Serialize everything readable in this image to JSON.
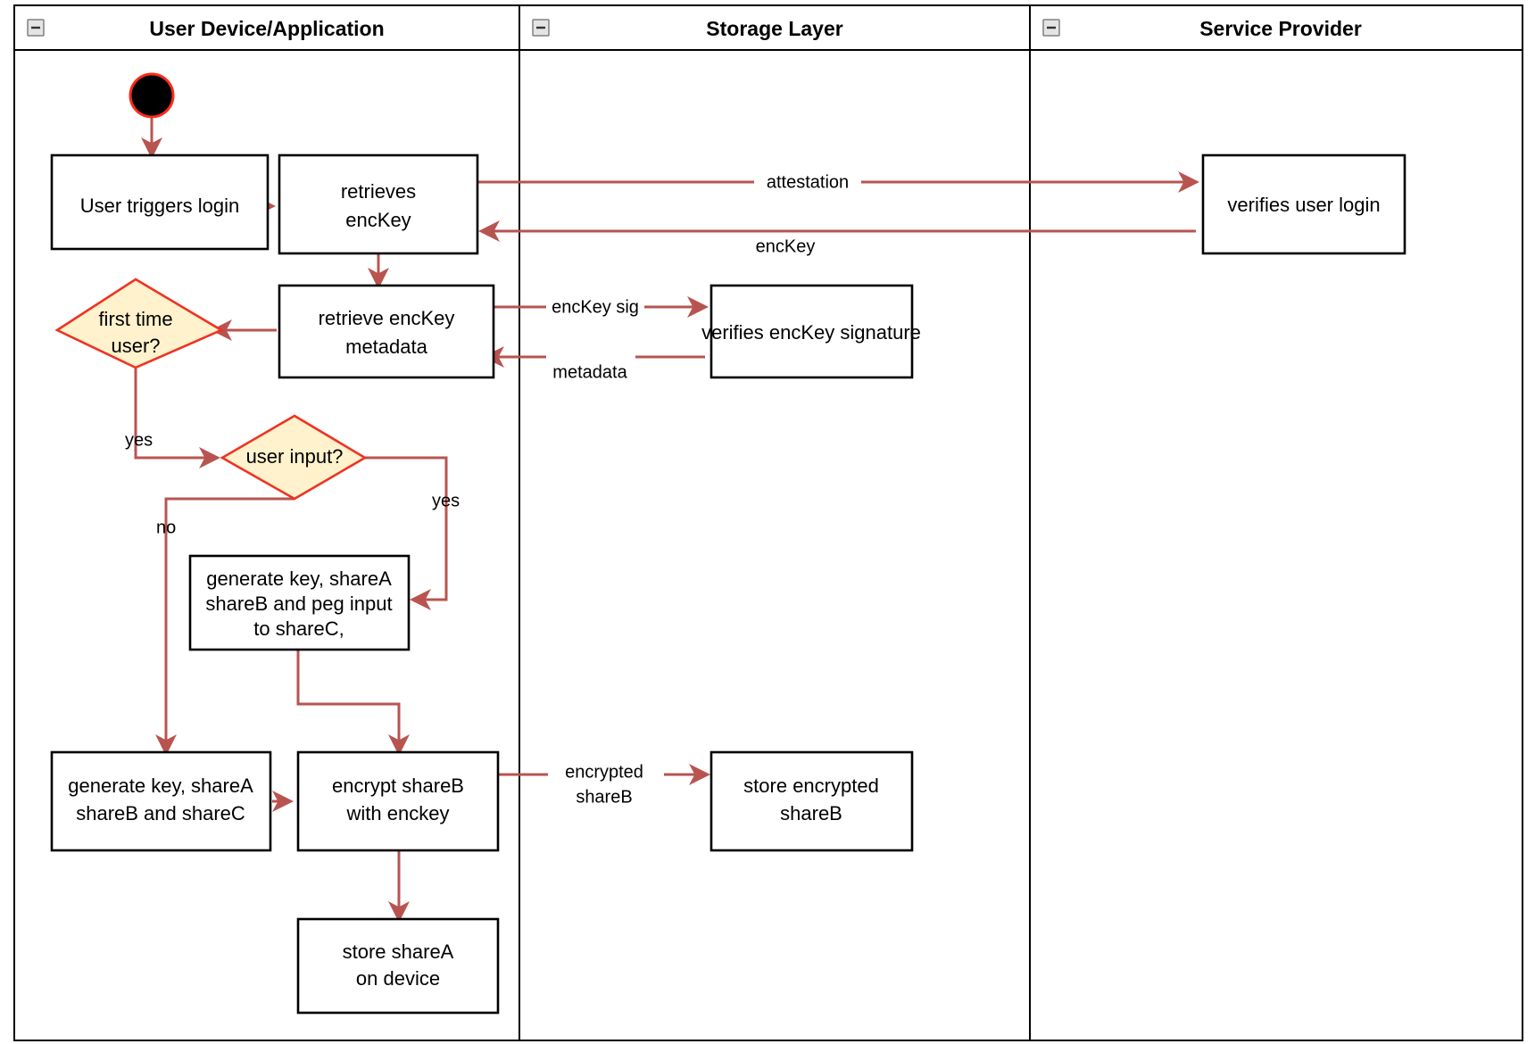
{
  "diagram": {
    "type": "uml-activity-swimlane",
    "title": "",
    "colors": {
      "flow": "#b85450",
      "decision_fill": "#fff2cc",
      "decision_stroke": "#ee3322",
      "node_fill": "#ffffff",
      "node_stroke": "#000000",
      "start_fill": "#000000",
      "start_stroke": "#ff2b17",
      "background": "#ffffff"
    }
  },
  "lanes": [
    {
      "id": "lane-user-device",
      "label": "User Device/Application",
      "collapse_icon": "collapse-minus-icon"
    },
    {
      "id": "lane-storage",
      "label": "Storage Layer",
      "collapse_icon": "collapse-minus-icon"
    },
    {
      "id": "lane-service",
      "label": "Service Provider",
      "collapse_icon": "collapse-minus-icon"
    }
  ],
  "nodes": [
    {
      "id": "start",
      "kind": "start",
      "label": "",
      "lane": "lane-user-device"
    },
    {
      "id": "user-triggers-login",
      "kind": "action",
      "lane": "lane-user-device",
      "lines": [
        "User triggers login"
      ]
    },
    {
      "id": "retrieves-enckey",
      "kind": "action",
      "lane": "lane-user-device",
      "lines": [
        "retrieves",
        "encKey"
      ]
    },
    {
      "id": "verifies-user-login",
      "kind": "action",
      "lane": "lane-service",
      "lines": [
        "verifies user login"
      ]
    },
    {
      "id": "retrieve-enckey-metadata",
      "kind": "action",
      "lane": "lane-user-device",
      "lines": [
        "retrieve encKey",
        "metadata"
      ]
    },
    {
      "id": "verifies-enckey-signature",
      "kind": "action",
      "lane": "lane-storage",
      "lines": [
        "verifies encKey signature"
      ]
    },
    {
      "id": "first-time-user",
      "kind": "decision",
      "lane": "lane-user-device",
      "lines": [
        "first time",
        "user?"
      ]
    },
    {
      "id": "user-input",
      "kind": "decision",
      "lane": "lane-user-device",
      "lines": [
        "user input?"
      ]
    },
    {
      "id": "generate-key-peg",
      "kind": "action",
      "lane": "lane-user-device",
      "lines": [
        "generate key, shareA",
        "shareB and peg input",
        "to shareC,"
      ]
    },
    {
      "id": "generate-key-shares",
      "kind": "action",
      "lane": "lane-user-device",
      "lines": [
        "generate key, shareA",
        "shareB and shareC"
      ]
    },
    {
      "id": "encrypt-shareb",
      "kind": "action",
      "lane": "lane-user-device",
      "lines": [
        "encrypt shareB",
        "with enckey"
      ]
    },
    {
      "id": "store-encrypted-shareb",
      "kind": "action",
      "lane": "lane-storage",
      "lines": [
        "store encrypted",
        "shareB"
      ]
    },
    {
      "id": "store-sharea-on-device",
      "kind": "action",
      "lane": "lane-user-device",
      "lines": [
        "store shareA",
        "on device"
      ]
    }
  ],
  "edges": [
    {
      "id": "e-start-login",
      "from": "start",
      "to": "user-triggers-login",
      "label": ""
    },
    {
      "id": "e-login-retrieves",
      "from": "user-triggers-login",
      "to": "retrieves-enckey",
      "label": ""
    },
    {
      "id": "e-attestation",
      "from": "retrieves-enckey",
      "to": "verifies-user-login",
      "label": "attestation"
    },
    {
      "id": "e-enckey-back",
      "from": "verifies-user-login",
      "to": "retrieves-enckey",
      "label": "encKey"
    },
    {
      "id": "e-retrieves-metadata",
      "from": "retrieves-enckey",
      "to": "retrieve-enckey-metadata",
      "label": ""
    },
    {
      "id": "e-enckey-sig",
      "from": "retrieve-enckey-metadata",
      "to": "verifies-enckey-signature",
      "label": "encKey sig"
    },
    {
      "id": "e-metadata-back",
      "from": "verifies-enckey-signature",
      "to": "retrieve-enckey-metadata",
      "label": "metadata"
    },
    {
      "id": "e-metadata-firsttime",
      "from": "retrieve-enckey-metadata",
      "to": "first-time-user",
      "label": ""
    },
    {
      "id": "e-firsttime-yes",
      "from": "first-time-user",
      "to": "user-input",
      "label": "yes"
    },
    {
      "id": "e-userinput-yes",
      "from": "user-input",
      "to": "generate-key-peg",
      "label": "yes"
    },
    {
      "id": "e-userinput-no",
      "from": "user-input",
      "to": "generate-key-shares",
      "label": "no"
    },
    {
      "id": "e-peg-encrypt",
      "from": "generate-key-peg",
      "to": "encrypt-shareb",
      "label": ""
    },
    {
      "id": "e-shares-encrypt",
      "from": "generate-key-shares",
      "to": "encrypt-shareb",
      "label": ""
    },
    {
      "id": "e-encrypted-shareb",
      "from": "encrypt-shareb",
      "to": "store-encrypted-shareb",
      "label_lines": [
        "encrypted",
        "shareB"
      ]
    },
    {
      "id": "e-encrypt-store-sharea",
      "from": "encrypt-shareb",
      "to": "store-sharea-on-device",
      "label": ""
    }
  ],
  "edge_labels": {
    "attestation": "attestation",
    "enckey": "encKey",
    "enckey_sig": "encKey sig",
    "metadata": "metadata",
    "yes_first_time": "yes",
    "yes_user_input": "yes",
    "no_user_input": "no",
    "encrypted_line1": "encrypted",
    "encrypted_line2": "shareB"
  },
  "node_text": {
    "user_triggers_login": "User triggers login",
    "retrieves_l1": "retrieves",
    "retrieves_l2": "encKey",
    "verifies_user_login": "verifies user login",
    "retrieve_metadata_l1": "retrieve encKey",
    "retrieve_metadata_l2": "metadata",
    "verifies_enckey_signature": "verifies encKey signature",
    "first_time_l1": "first time",
    "first_time_l2": "user?",
    "user_input": "user input?",
    "gen_peg_l1": "generate key, shareA",
    "gen_peg_l2": "shareB and peg input",
    "gen_peg_l3": "to shareC,",
    "gen_shares_l1": "generate key, shareA",
    "gen_shares_l2": "shareB and shareC",
    "encrypt_l1": "encrypt shareB",
    "encrypt_l2": "with enckey",
    "store_enc_l1": "store encrypted",
    "store_enc_l2": "shareB",
    "store_sharea_l1": "store shareA",
    "store_sharea_l2": "on device"
  }
}
